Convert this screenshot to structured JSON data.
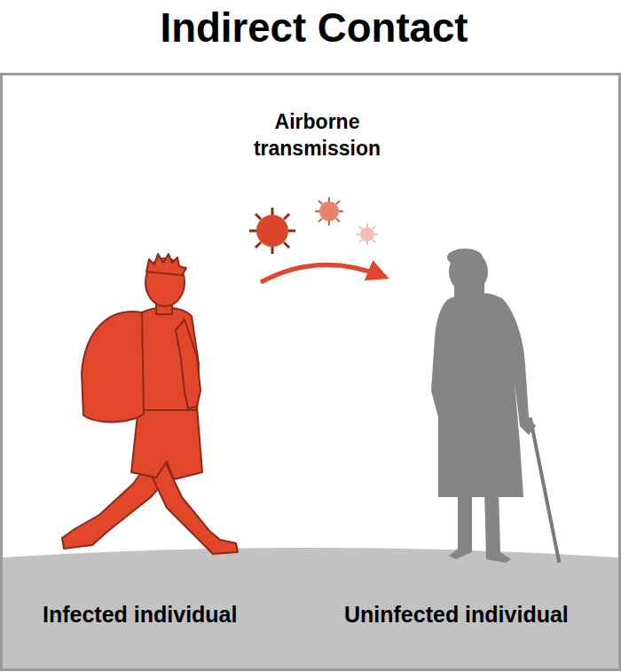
{
  "diagram": {
    "title": "Indirect Contact",
    "labels": [
      "Airborne transmission",
      "Infected individual",
      "Uninfected individual"
    ]
  }
}
